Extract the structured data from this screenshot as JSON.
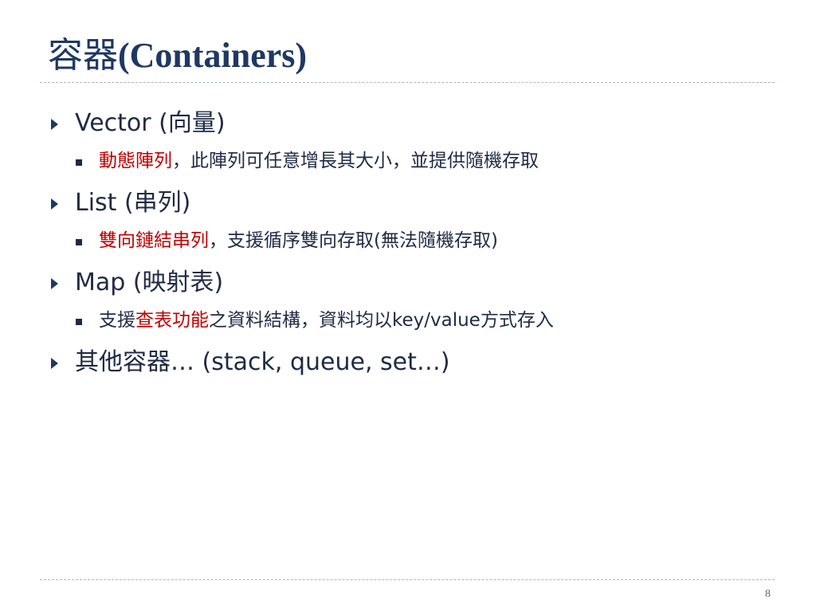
{
  "title": {
    "cjk": "容器",
    "latin": "(Containers)"
  },
  "bullets": [
    {
      "label": "Vector (向量)",
      "sub": {
        "highlight": "動態陣列",
        "rest": "，此陣列可任意增長其大小，並提供隨機存取"
      }
    },
    {
      "label": "List (串列)",
      "sub": {
        "highlight": "雙向鏈結串列",
        "rest": "，支援循序雙向存取(無法隨機存取)"
      }
    },
    {
      "label": "Map (映射表)",
      "sub": {
        "prefix": "支援",
        "highlight": "查表功能",
        "rest": "之資料結構，資料均以key/value方式存入"
      }
    },
    {
      "label": "其他容器… (stack, queue, set…)"
    }
  ],
  "page_number": "8",
  "colors": {
    "title": "#1f3864",
    "text": "#1f2a44",
    "highlight": "#c00000"
  }
}
